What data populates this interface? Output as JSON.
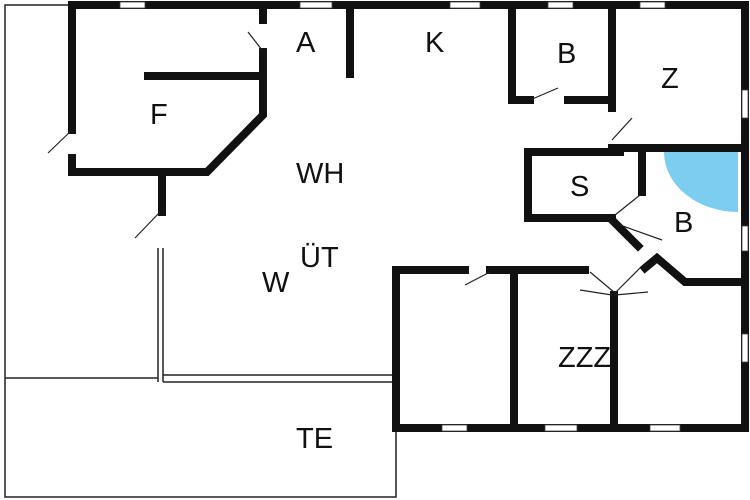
{
  "colors": {
    "wall": "#111111",
    "thin_wall": "#222222",
    "window": "#ffffff",
    "bath_fixture": "#7dcdf0",
    "background": "#ffffff"
  },
  "rooms": {
    "a": "A",
    "k": "K",
    "b_top": "B",
    "z": "Z",
    "f": "F",
    "wh": "WH",
    "s": "S",
    "b_right": "B",
    "ut": "ÜT",
    "w": "W",
    "zzz": "ZZZ",
    "te": "TE"
  }
}
